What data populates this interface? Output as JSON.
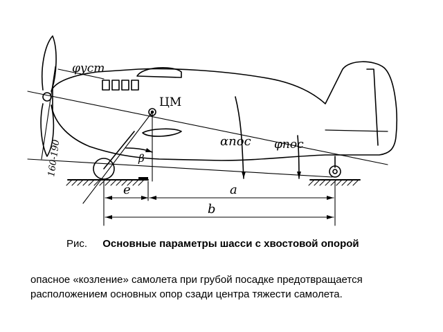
{
  "figure": {
    "labels": {
      "phi_ust": "φуст",
      "cm": "ЦМ",
      "alpha_pos": "αпос",
      "phi_pos": "φпос",
      "beta": "β",
      "e": "e",
      "a": "a",
      "b": "b",
      "prop_angle": "160-190"
    }
  },
  "caption": {
    "prefix": "Рис.",
    "title": "Основные параметры шасси с хвостовой опорой"
  },
  "body": {
    "line1": "опасное «козление» самолета при грубой посадке предотвращается",
    "line2": "расположением основных опор сзади центра тяжести  самолета."
  }
}
